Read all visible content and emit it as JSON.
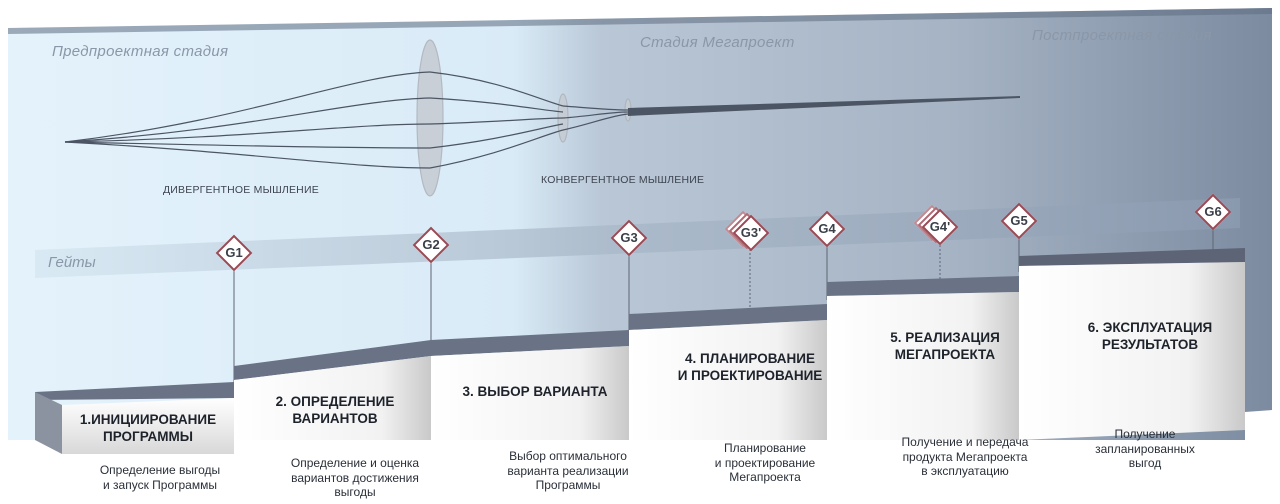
{
  "stages": [
    {
      "label": "Предпроектная стадия"
    },
    {
      "label": "Стадия Мегапроект"
    },
    {
      "label": "Постпроектная стадия"
    }
  ],
  "thinking": {
    "divergent": "ДИВЕРГЕНТНОЕ МЫШЛЕНИЕ",
    "convergent": "КОНВЕРГЕНТНОЕ МЫШЛЕНИЕ"
  },
  "gates_label": "Гейты",
  "gates": [
    {
      "id": "G1"
    },
    {
      "id": "G2"
    },
    {
      "id": "G3"
    },
    {
      "id": "G3'"
    },
    {
      "id": "G4"
    },
    {
      "id": "G4'"
    },
    {
      "id": "G5"
    },
    {
      "id": "G6"
    }
  ],
  "steps": [
    {
      "title_l1": "1.ИНИЦИИРОВАНИЕ",
      "title_l2": "ПРОГРАММЫ",
      "desc_l1": "Определение выгоды",
      "desc_l2": "и запуск Программы",
      "desc_l3": ""
    },
    {
      "title_l1": "2. ОПРЕДЕЛЕНИЕ",
      "title_l2": "ВАРИАНТОВ",
      "desc_l1": "Определение и оценка",
      "desc_l2": "вариантов достижения",
      "desc_l3": "выгоды"
    },
    {
      "title_l1": "3. ВЫБОР ВАРИАНТА",
      "title_l2": "",
      "desc_l1": "Выбор оптимального",
      "desc_l2": "варианта реализации",
      "desc_l3": "Программы"
    },
    {
      "title_l1": "4. ПЛАНИРОВАНИЕ",
      "title_l2": "И ПРОЕКТИРОВАНИЕ",
      "desc_l1": "Планирование",
      "desc_l2": "и проектирование",
      "desc_l3": "Мегапроекта"
    },
    {
      "title_l1": "5. РЕАЛИЗАЦИЯ",
      "title_l2": "МЕГАПРОЕКТА",
      "desc_l1": "Получение и передача",
      "desc_l2": "продукта Мегапроекта",
      "desc_l3": "в эксплуатацию"
    },
    {
      "title_l1": "6. ЭКСПЛУАТАЦИЯ",
      "title_l2": "РЕЗУЛЬТАТОВ",
      "desc_l1": "Получение",
      "desc_l2": "запланированных",
      "desc_l3": "выгод"
    }
  ],
  "colors": {
    "pre_stage": "#e3f1fa",
    "post_stage": "#7f8ea3",
    "gate_border": "#9a4a55",
    "step_top": "#6a7385",
    "step_face": "#e6e6e6"
  }
}
